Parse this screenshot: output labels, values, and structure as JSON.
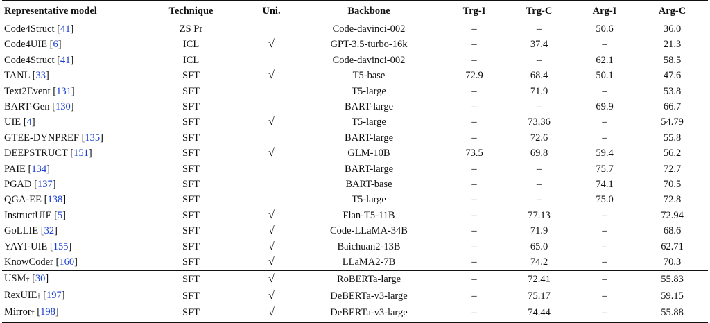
{
  "table": {
    "headers": [
      "Representative model",
      "Technique",
      "Uni.",
      "Backbone",
      "Trg-I",
      "Trg-C",
      "Arg-I",
      "Arg-C"
    ],
    "check_symbol": "√",
    "dagger": "†",
    "groups": [
      {
        "rows": [
          {
            "model": "Code4Struct",
            "cite": "41",
            "dagger": false,
            "technique": "ZS Pr",
            "uni": false,
            "backbone": "Code-davinci-002",
            "trg_i": "–",
            "trg_c": "–",
            "arg_i": "50.6",
            "arg_c": "36.0"
          },
          {
            "model": "Code4UIE",
            "cite": "6",
            "dagger": false,
            "technique": "ICL",
            "uni": true,
            "backbone": "GPT-3.5-turbo-16k",
            "trg_i": "–",
            "trg_c": "37.4",
            "arg_i": "–",
            "arg_c": "21.3"
          },
          {
            "model": "Code4Struct",
            "cite": "41",
            "dagger": false,
            "technique": "ICL",
            "uni": false,
            "backbone": "Code-davinci-002",
            "trg_i": "–",
            "trg_c": "–",
            "arg_i": "62.1",
            "arg_c": "58.5"
          },
          {
            "model": "TANL",
            "cite": "33",
            "dagger": false,
            "technique": "SFT",
            "uni": true,
            "backbone": "T5-base",
            "trg_i": "72.9",
            "trg_c": "68.4",
            "arg_i": "50.1",
            "arg_c": "47.6"
          },
          {
            "model": "Text2Event",
            "cite": "131",
            "dagger": false,
            "technique": "SFT",
            "uni": false,
            "backbone": "T5-large",
            "trg_i": "–",
            "trg_c": "71.9",
            "arg_i": "–",
            "arg_c": "53.8"
          },
          {
            "model": "BART-Gen",
            "cite": "130",
            "dagger": false,
            "technique": "SFT",
            "uni": false,
            "backbone": "BART-large",
            "trg_i": "–",
            "trg_c": "–",
            "arg_i": "69.9",
            "arg_c": "66.7"
          },
          {
            "model": "UIE",
            "cite": "4",
            "dagger": false,
            "technique": "SFT",
            "uni": true,
            "backbone": "T5-large",
            "trg_i": "–",
            "trg_c": "73.36",
            "arg_i": "–",
            "arg_c": "54.79"
          },
          {
            "model": "GTEE-DYNPREF",
            "cite": "135",
            "dagger": false,
            "technique": "SFT",
            "uni": false,
            "backbone": "BART-large",
            "trg_i": "–",
            "trg_c": "72.6",
            "arg_i": "–",
            "arg_c": "55.8"
          },
          {
            "model": "DEEPSTRUCT",
            "cite": "151",
            "dagger": false,
            "technique": "SFT",
            "uni": true,
            "backbone": "GLM-10B",
            "trg_i": "73.5",
            "trg_c": "69.8",
            "arg_i": "59.4",
            "arg_c": "56.2"
          },
          {
            "model": "PAIE",
            "cite": "134",
            "dagger": false,
            "technique": "SFT",
            "uni": false,
            "backbone": "BART-large",
            "trg_i": "–",
            "trg_c": "–",
            "arg_i": "75.7",
            "arg_c": "72.7"
          },
          {
            "model": "PGAD",
            "cite": "137",
            "dagger": false,
            "technique": "SFT",
            "uni": false,
            "backbone": "BART-base",
            "trg_i": "–",
            "trg_c": "–",
            "arg_i": "74.1",
            "arg_c": "70.5"
          },
          {
            "model": "QGA-EE",
            "cite": "138",
            "dagger": false,
            "technique": "SFT",
            "uni": false,
            "backbone": "T5-large",
            "trg_i": "–",
            "trg_c": "–",
            "arg_i": "75.0",
            "arg_c": "72.8"
          },
          {
            "model": "InstructUIE",
            "cite": "5",
            "dagger": false,
            "technique": "SFT",
            "uni": true,
            "backbone": "Flan-T5-11B",
            "trg_i": "–",
            "trg_c": "77.13",
            "arg_i": "–",
            "arg_c": "72.94"
          },
          {
            "model": "GoLLIE",
            "cite": "32",
            "dagger": false,
            "technique": "SFT",
            "uni": true,
            "backbone": "Code-LLaMA-34B",
            "trg_i": "–",
            "trg_c": "71.9",
            "arg_i": "–",
            "arg_c": "68.6"
          },
          {
            "model": "YAYI-UIE",
            "cite": "155",
            "dagger": false,
            "technique": "SFT",
            "uni": true,
            "backbone": "Baichuan2-13B",
            "trg_i": "–",
            "trg_c": "65.0",
            "arg_i": "–",
            "arg_c": "62.71"
          },
          {
            "model": "KnowCoder",
            "cite": "160",
            "dagger": false,
            "technique": "SFT",
            "uni": true,
            "backbone": "LLaMA2-7B",
            "trg_i": "–",
            "trg_c": "74.2",
            "arg_i": "–",
            "arg_c": "70.3"
          }
        ]
      },
      {
        "rows": [
          {
            "model": "USM",
            "cite": "30",
            "dagger": true,
            "technique": "SFT",
            "uni": true,
            "backbone": "RoBERTa-large",
            "trg_i": "–",
            "trg_c": "72.41",
            "arg_i": "–",
            "arg_c": "55.83"
          },
          {
            "model": "RexUIE",
            "cite": "197",
            "dagger": true,
            "technique": "SFT",
            "uni": true,
            "backbone": "DeBERTa-v3-large",
            "trg_i": "–",
            "trg_c": "75.17",
            "arg_i": "–",
            "arg_c": "59.15"
          },
          {
            "model": "Mirror",
            "cite": "198",
            "dagger": true,
            "technique": "SFT",
            "uni": true,
            "backbone": "DeBERTa-v3-large",
            "trg_i": "–",
            "trg_c": "74.44",
            "arg_i": "–",
            "arg_c": "55.88"
          }
        ]
      }
    ]
  }
}
